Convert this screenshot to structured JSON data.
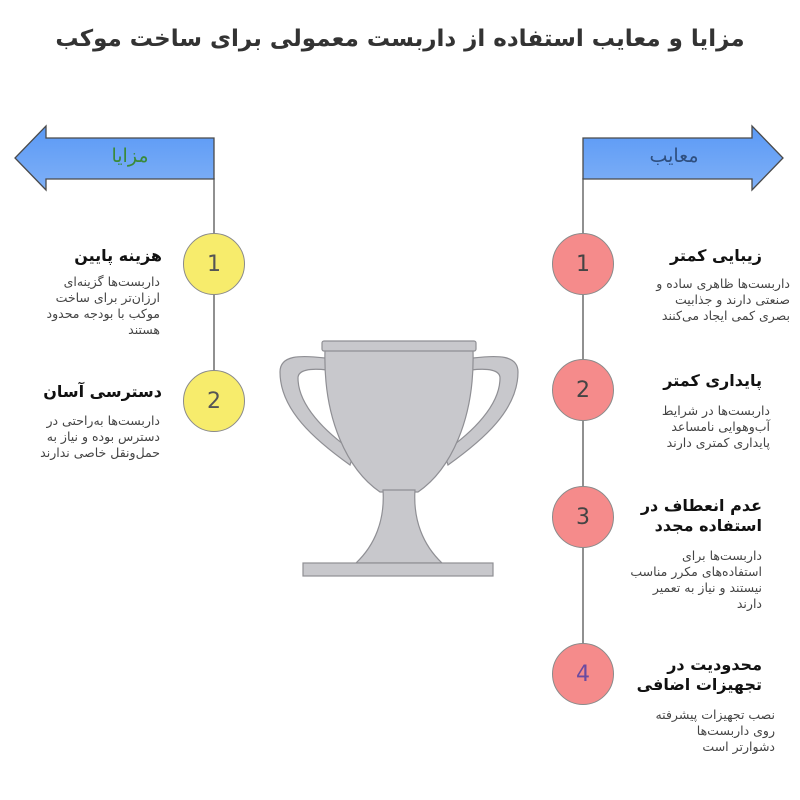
{
  "title": "مزایا و معایب استفاده از داربست معمولی برای ساخت موکب",
  "colors": {
    "arrow_fill": "#4f8df0",
    "arrow_stroke": "#4a4a4a",
    "pros_circle": "#f7ec6c",
    "cons_circle": "#f58b8b",
    "trophy": "#c8c8cc"
  },
  "pros": {
    "label": "مزایا",
    "items": [
      {
        "num": "1",
        "title": "هزینه پایین",
        "desc": [
          "داربست‌ها گزینه‌ای",
          "ارزان‌تر برای ساخت",
          "موکب با بودجه محدود",
          "هستند"
        ]
      },
      {
        "num": "2",
        "title": "دسترسی آسان",
        "desc": [
          "داربست‌ها به‌راحتی در",
          "دسترس بوده و نیاز به",
          "حمل‌ونقل خاصی ندارند"
        ]
      }
    ]
  },
  "cons": {
    "label": "معایب",
    "items": [
      {
        "num": "1",
        "title": [
          "زیبایی کمتر"
        ],
        "desc": [
          "داربست‌ها ظاهری ساده و",
          "صنعتی دارند و جذابیت",
          "بصری کمی ایجاد می‌کنند"
        ]
      },
      {
        "num": "2",
        "title": [
          "پایداری کمتر"
        ],
        "desc": [
          "داربست‌ها در شرایط",
          "آب‌وهوایی نامساعد",
          "پایداری کمتری دارند"
        ]
      },
      {
        "num": "3",
        "title": [
          "عدم انعطاف در",
          "استفاده مجدد"
        ],
        "desc": [
          "داربست‌ها برای",
          "استفاده‌های مکرر مناسب",
          "نیستند و نیاز به تعمیر",
          "دارند"
        ]
      },
      {
        "num": "4",
        "title": [
          "محدودیت در",
          "تجهیزات اضافی"
        ],
        "desc": [
          "نصب تجهیزات پیشرفته",
          "روی داربست‌ها",
          "دشوارتر است"
        ]
      }
    ]
  }
}
